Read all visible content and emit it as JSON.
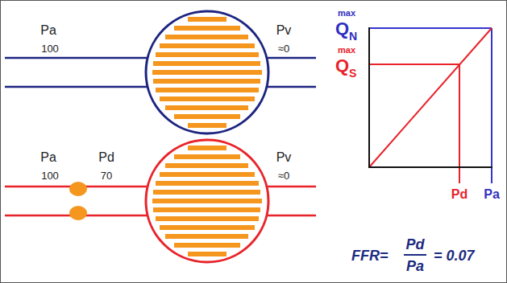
{
  "diagram": {
    "labels": [
      "Pa",
      "100",
      "Pv",
      "≈0",
      "max",
      "Q",
      "N",
      "max",
      "Q",
      "S",
      "Pa",
      "Pd",
      "100",
      "70",
      "Pv",
      "≈0",
      "Pd",
      "Pa",
      "FFR=",
      "Pd",
      "Pa",
      "= 0.07"
    ]
  }
}
